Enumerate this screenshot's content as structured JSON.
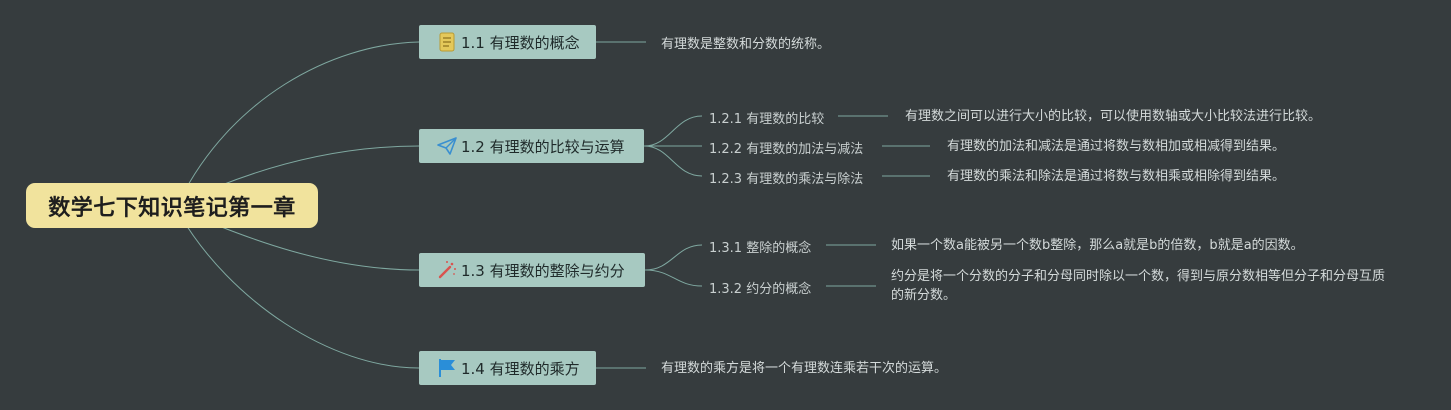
{
  "root": {
    "label": "数学七下知识笔记第一章"
  },
  "branches": [
    {
      "label": "1.1 有理数的概念",
      "icon": "notebook-icon",
      "note": "有理数是整数和分数的统称。"
    },
    {
      "label": "1.2 有理数的比较与运算",
      "icon": "paper-plane-icon",
      "children": [
        {
          "label": "1.2.1 有理数的比较",
          "note": "有理数之间可以进行大小的比较，可以使用数轴或大小比较法进行比较。"
        },
        {
          "label": "1.2.2 有理数的加法与减法",
          "note": "有理数的加法和减法是通过将数与数相加或相减得到结果。"
        },
        {
          "label": "1.2.3 有理数的乘法与除法",
          "note": "有理数的乘法和除法是通过将数与数相乘或相除得到结果。"
        }
      ]
    },
    {
      "label": "1.3 有理数的整除与约分",
      "icon": "magic-wand-icon",
      "children": [
        {
          "label": "1.3.1 整除的概念",
          "note": "如果一个数a能被另一个数b整除，那么a就是b的倍数，b就是a的因数。"
        },
        {
          "label": "1.3.2 约分的概念",
          "note": "约分是将一个分数的分子和分母同时除以一个数，得到与原分数相等但分子和分母互质的新分数。"
        }
      ]
    },
    {
      "label": "1.4 有理数的乘方",
      "icon": "flag-icon",
      "note": "有理数的乘方是将一个有理数连乘若干次的运算。"
    }
  ],
  "colors": {
    "background": "#363c3e",
    "root_fill": "#f1e39d",
    "branch_fill": "#a7c9c1",
    "connector": "#7fa8a0"
  }
}
